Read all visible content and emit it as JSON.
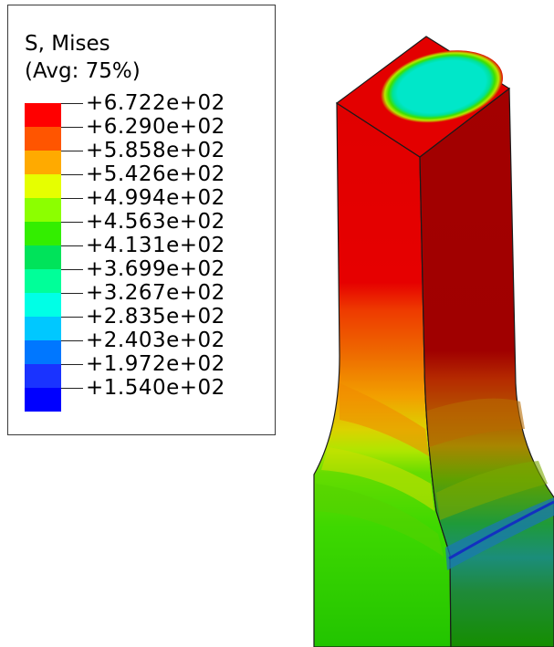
{
  "legend": {
    "title_line1": "S, Mises",
    "title_line2": "(Avg: 75%)",
    "bands": [
      {
        "color": "#ff0000"
      },
      {
        "color": "#ff5500"
      },
      {
        "color": "#ffaa00"
      },
      {
        "color": "#e6ff00"
      },
      {
        "color": "#8cff00"
      },
      {
        "color": "#33ee00"
      },
      {
        "color": "#00e35a"
      },
      {
        "color": "#00ff99"
      },
      {
        "color": "#00ffe6"
      },
      {
        "color": "#00c8ff"
      },
      {
        "color": "#0077ff"
      },
      {
        "color": "#1a33ff"
      },
      {
        "color": "#0000ff"
      }
    ],
    "tick_labels": [
      "+6.722e+02",
      "+6.290e+02",
      "+5.858e+02",
      "+5.426e+02",
      "+4.994e+02",
      "+4.563e+02",
      "+4.131e+02",
      "+3.699e+02",
      "+3.267e+02",
      "+2.835e+02",
      "+2.403e+02",
      "+1.972e+02",
      "+1.540e+02"
    ]
  },
  "model": {
    "colors": {
      "max_red": "#e60000",
      "dark_red": "#a10000",
      "top_face": "#e30000",
      "ellipse_outer": "#3fe000",
      "ellipse_inner": "#00e5c8"
    }
  }
}
